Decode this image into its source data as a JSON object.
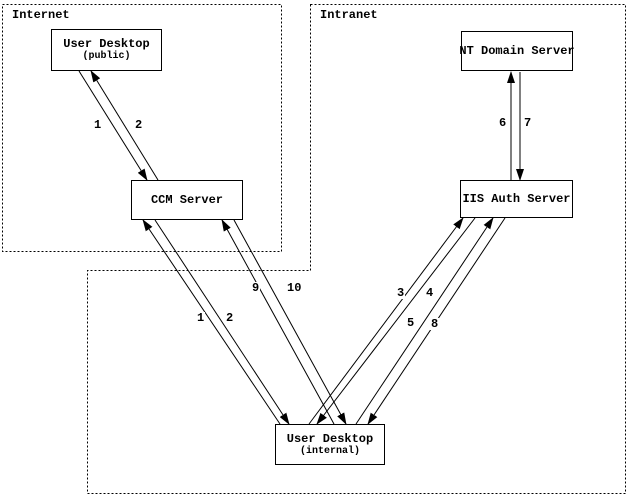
{
  "diagram": {
    "colors": {
      "ink": "#000000",
      "background": "#ffffff"
    },
    "zones": [
      {
        "id": "internet",
        "label": "Internet"
      },
      {
        "id": "intranet",
        "label": "Intranet"
      }
    ],
    "nodes": [
      {
        "id": "user-desktop-public",
        "title": "User Desktop",
        "subtitle": "(public)"
      },
      {
        "id": "nt-domain-server",
        "title": "NT Domain Server",
        "subtitle": ""
      },
      {
        "id": "ccm-server",
        "title": "CCM Server",
        "subtitle": ""
      },
      {
        "id": "iis-auth-server",
        "title": "IIS Auth Server",
        "subtitle": ""
      },
      {
        "id": "user-desktop-internal",
        "title": "User Desktop",
        "subtitle": "(internal)"
      }
    ],
    "connections": [
      {
        "label": "1",
        "from": "user-desktop-public",
        "to": "ccm-server"
      },
      {
        "label": "2",
        "from": "ccm-server",
        "to": "user-desktop-public"
      },
      {
        "label": "1",
        "from": "user-desktop-internal",
        "to": "ccm-server"
      },
      {
        "label": "2",
        "from": "ccm-server",
        "to": "user-desktop-internal"
      },
      {
        "label": "9",
        "from": "user-desktop-internal",
        "to": "ccm-server"
      },
      {
        "label": "10",
        "from": "ccm-server",
        "to": "user-desktop-internal"
      },
      {
        "label": "3",
        "from": "user-desktop-internal",
        "to": "iis-auth-server"
      },
      {
        "label": "4",
        "from": "iis-auth-server",
        "to": "user-desktop-internal"
      },
      {
        "label": "5",
        "from": "user-desktop-internal",
        "to": "iis-auth-server"
      },
      {
        "label": "8",
        "from": "iis-auth-server",
        "to": "user-desktop-internal"
      },
      {
        "label": "6",
        "from": "iis-auth-server",
        "to": "nt-domain-server"
      },
      {
        "label": "7",
        "from": "nt-domain-server",
        "to": "iis-auth-server"
      }
    ]
  }
}
